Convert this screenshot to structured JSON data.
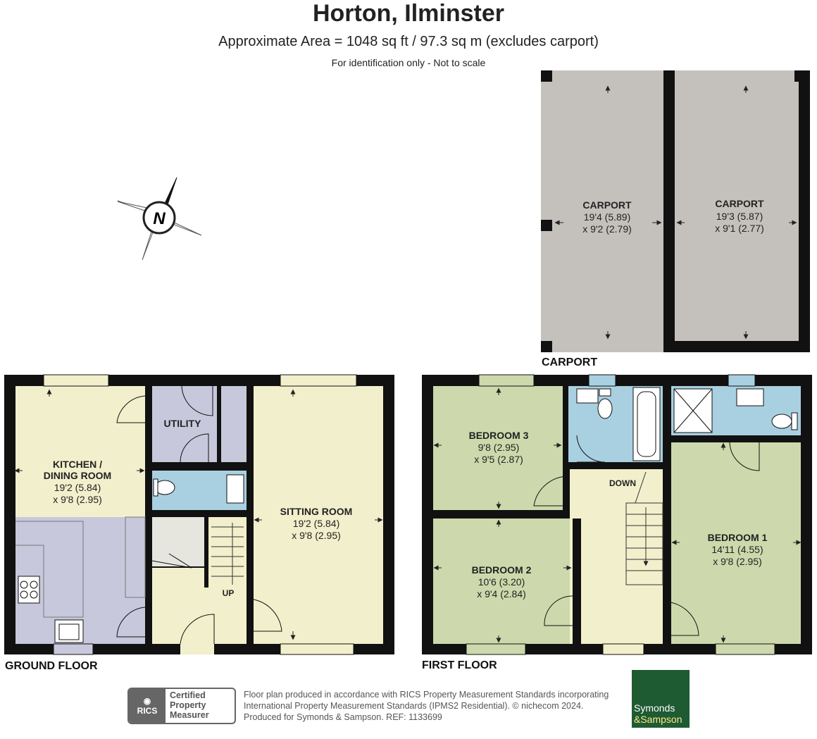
{
  "title": "Horton, Ilminster",
  "subtitle": "Approximate Area = 1048 sq ft / 97.3 sq m (excludes carport)",
  "note": "For identification only - Not to scale",
  "compass": {
    "letter": "N"
  },
  "floors": {
    "carport": "CARPORT",
    "ground": "GROUND FLOOR",
    "first": "FIRST FLOOR"
  },
  "rooms": {
    "carport_left": {
      "name": "CARPORT",
      "dim1": "19'4 (5.89)",
      "dim2": "x 9'2 (2.79)"
    },
    "carport_right": {
      "name": "CARPORT",
      "dim1": "19'3 (5.87)",
      "dim2": "x 9'1 (2.77)"
    },
    "kitchen": {
      "name1": "KITCHEN /",
      "name2": "DINING ROOM",
      "dim1": "19'2 (5.84)",
      "dim2": "x 9'8 (2.95)"
    },
    "utility": {
      "name": "UTILITY"
    },
    "sitting": {
      "name": "SITTING ROOM",
      "dim1": "19'2 (5.84)",
      "dim2": "x 9'8 (2.95)"
    },
    "bedroom3": {
      "name": "BEDROOM 3",
      "dim1": "9'8 (2.95)",
      "dim2": "x 9'5 (2.87)"
    },
    "bedroom2": {
      "name": "BEDROOM 2",
      "dim1": "10'6 (3.20)",
      "dim2": "x 9'4 (2.84)"
    },
    "bedroom1": {
      "name": "BEDROOM 1",
      "dim1": "14'11 (4.55)",
      "dim2": "x 9'8 (2.95)"
    }
  },
  "stairs": {
    "up": "UP",
    "down": "DOWN"
  },
  "footer": {
    "line1": "Floor plan produced in accordance with RICS Property Measurement Standards incorporating",
    "line2": "International Property Measurement Standards (IPMS2 Residential).   © nichecom 2024.",
    "line3": "Produced for Symonds & Sampson.   REF:  1133699",
    "rics_mark": "RICS",
    "rics_l1": "Certified",
    "rics_l2": "Property",
    "rics_l3": "Measurer",
    "brand1": "Symonds",
    "brand2": "&Sampson"
  },
  "colors": {
    "wall": "#111111",
    "carport": "#c4c1bc",
    "yellow": "#f2efcc",
    "green": "#cdd9ac",
    "blue": "#a9d0e0",
    "lilac": "#c8c8dc",
    "cupboard": "#e6e6df"
  }
}
